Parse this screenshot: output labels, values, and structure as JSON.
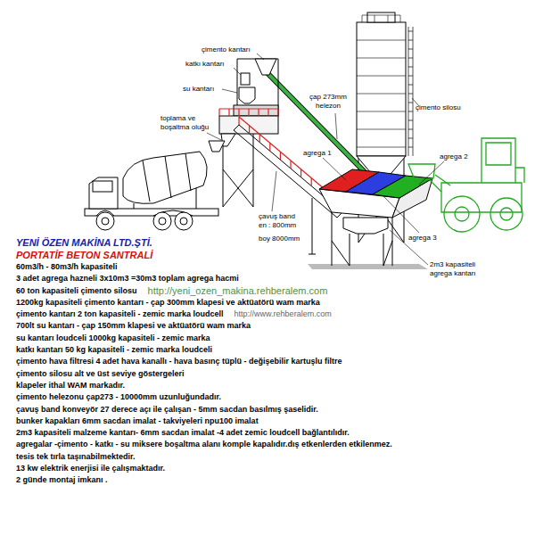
{
  "diagram": {
    "title": "YENİ ÖZEN MAKİNA LTD.ŞTİ.",
    "labels": [
      "çimento kantarı",
      "katkı kantarı",
      "su kantarı",
      "toplama ve boşaltma oluğu",
      "çap 273mm helezon",
      "çimento silosu",
      "agrega 1",
      "agrega 2",
      "çavuş band",
      "en : 800mm",
      "boy 8000mm",
      "agrega 3",
      "2m3 kapasiteli agrega kantarı",
      "PORTATİF BETON SANTRALİ",
      "60m3/h - 80m3/h kapasiteli",
      "3 adet agrega hazneli 3x10m3 =30m3 toplam agrega hacmi",
      "60 ton kapasiteli çimento silosu",
      "1200kg kapasiteli çimento kantarı - çap 300mm klapesi ve aktüatörü wam marka",
      "çimento kantarı 2 ton kapasiteli - zemic marka loudcell",
      "700lt su kantarı - çap 150mm klapesi ve aktüatörü wam marka",
      "su kantarı loudceli 1000kg kapasiteli - zemic marka",
      "katkı kantarı 50 kg kapasiteli - zemic marka loudceli",
      "çimento hava filtresi 4 adet hava kanallı - hava basınç tüplü - değişebilir kartuşlu filtre",
      "çimento silosu alt ve üst seviye göstergeleri",
      "klapeler ithal WAM markadır.",
      "çimento helezonu çap273 - 10000mm uzunluğundadır.",
      "çavuş band konveyör 27 derece açı ile çalışan - 5mm sacdan basılmış şaselidir.",
      "bunker kapakları 6mm sacdan imalat - takviyeleri npu100 imalat",
      "2m3 kapasiteli malzeme kantarı- 6mm sacdan imalat -4 adet zemic loudcell bağlantılıdır.",
      "agregalar -çimento - katkı - su miksere boşaltma alanı komple kapalıdır.dış etkenlerden etkilenmez.",
      "tesis tek tırla taşınabilmektedir.",
      "13 kw elektrik enerjisi ile çalışmaktadır.",
      "2 günde montaj imkanı .",
      "http://yeni_ozen_makina.rehberalem.com",
      "http://www.rehberalem.com"
    ]
  }
}
